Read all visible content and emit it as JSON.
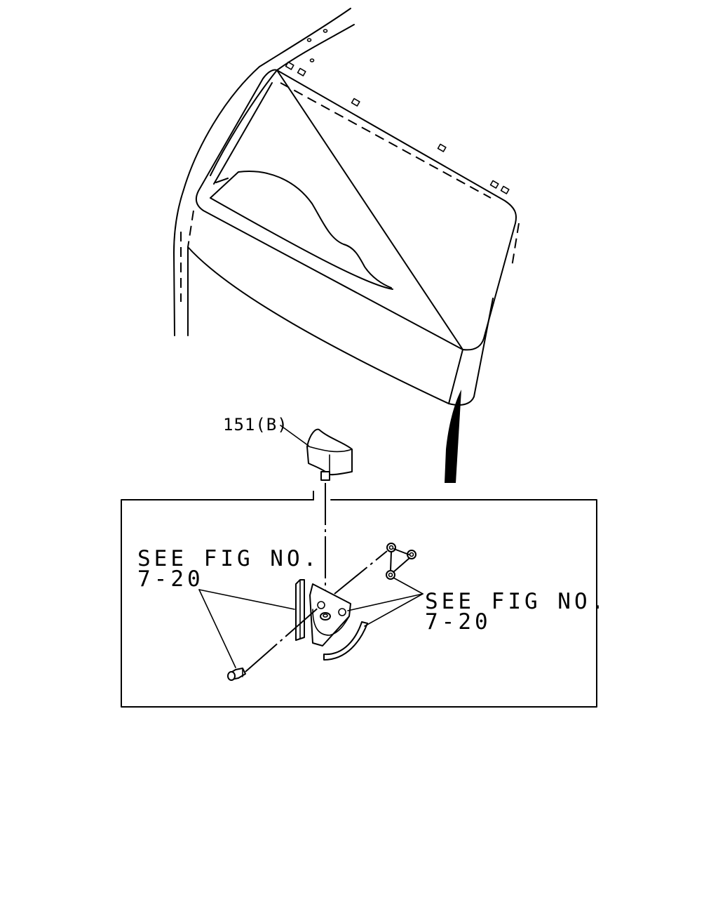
{
  "callouts": {
    "part_label": "151(B)",
    "see_fig_left_line1": "SEE FIG NO.",
    "see_fig_left_line2": "7-20",
    "see_fig_right_line1": "SEE FIG NO.",
    "see_fig_right_line2": "7-20"
  },
  "colors": {
    "line": "#000000",
    "background": "#ffffff"
  }
}
